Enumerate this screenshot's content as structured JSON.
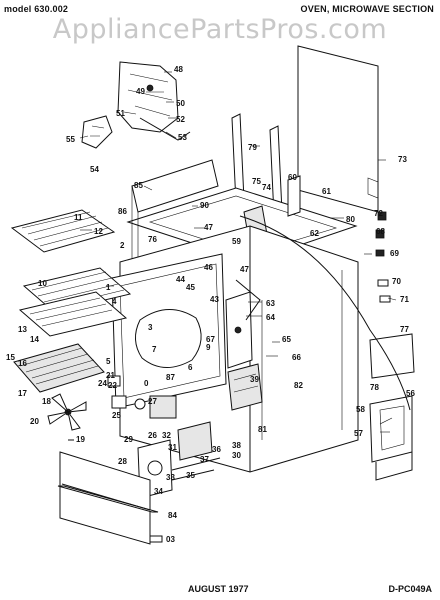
{
  "header": {
    "model": "model 630.002",
    "section": "OVEN, MICROWAVE SECTION"
  },
  "watermark": "AppliancePartsPros.com",
  "footer": {
    "date": "AUGUST 1977",
    "code": "D-PC049A"
  },
  "callouts": [
    "48",
    "49",
    "50",
    "51",
    "52",
    "53",
    "55",
    "54",
    "79",
    "73",
    "85",
    "86",
    "90",
    "75",
    "74",
    "60",
    "61",
    "72",
    "80",
    "11",
    "12",
    "47",
    "76",
    "59",
    "62",
    "68",
    "69",
    "2",
    "46",
    "47",
    "70",
    "71",
    "10",
    "1",
    "44",
    "45",
    "43",
    "63",
    "64",
    "77",
    "13",
    "14",
    "4",
    "3",
    "67",
    "65",
    "66",
    "15",
    "16",
    "17",
    "9",
    "5",
    "7",
    "6",
    "87",
    "0",
    "39",
    "82",
    "78",
    "56",
    "21",
    "22",
    "24",
    "25",
    "27",
    "58",
    "57",
    "18",
    "20",
    "19",
    "26",
    "32",
    "29",
    "31",
    "38",
    "81",
    "28",
    "33",
    "35",
    "37",
    "36",
    "34",
    "30",
    "84",
    "03"
  ]
}
